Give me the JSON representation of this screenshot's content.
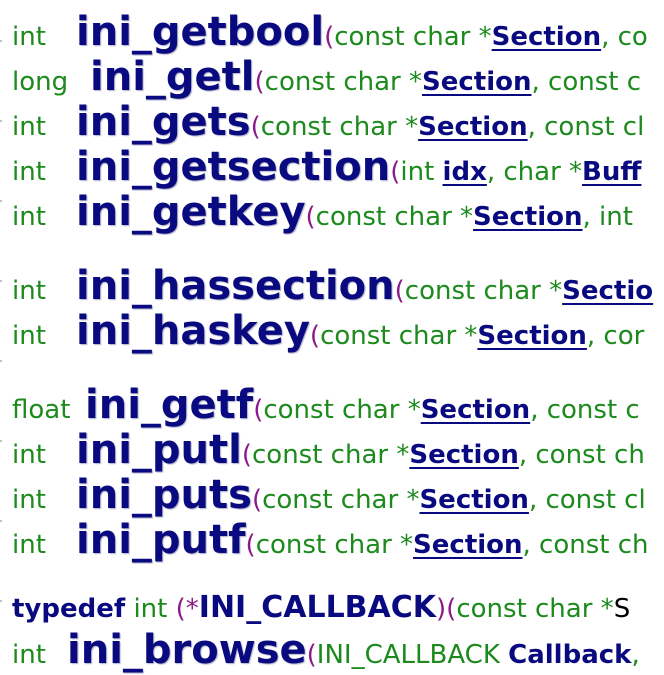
{
  "lines": [
    {
      "type": "int",
      "name": "ini_getbool",
      "args": "const char *",
      "param": "Section",
      "rest": ", co"
    },
    {
      "type": "long",
      "name": "ini_getl",
      "args": "const char *",
      "param": "Section",
      "rest": ", const c"
    },
    {
      "type": "int",
      "name": "ini_gets",
      "args": "const char *",
      "param": "Section",
      "rest": ", const cl"
    },
    {
      "type": "int",
      "name": "ini_getsection",
      "args": "int ",
      "param": "idx",
      "rest": ", char *",
      "param2": "Buff"
    },
    {
      "type": "int",
      "name": "ini_getkey",
      "args": "const char *",
      "param": "Section",
      "rest": ", int"
    },
    {
      "type": "int",
      "name": "ini_hassection",
      "args": "const char *",
      "param": "Sectio",
      "rest": ""
    },
    {
      "type": "int",
      "name": "ini_haskey",
      "args": "const char *",
      "param": "Section",
      "rest": ", cor"
    },
    {
      "type": "float",
      "name": "ini_getf",
      "args": "const char *",
      "param": "Section",
      "rest": ", const c"
    },
    {
      "type": "int",
      "name": "ini_putl",
      "args": "const char *",
      "param": "Section",
      "rest": ", const ch"
    },
    {
      "type": "int",
      "name": "ini_puts",
      "args": "const char *",
      "param": "Section",
      "rest": ", const cl"
    },
    {
      "type": "int",
      "name": "ini_putf",
      "args": "const char *",
      "param": "Section",
      "rest": ", const ch"
    }
  ],
  "typedef_line": {
    "kw": "typedef",
    "ret": "int",
    "open": "(*",
    "name": "INI_CALLBACK",
    "close": ")(",
    "args": "const char *",
    "cut": "S"
  },
  "browse_line": {
    "type": "int",
    "name": "ini_browse",
    "args": "INI_CALLBACK ",
    "param": "Callback",
    "rest": ","
  }
}
